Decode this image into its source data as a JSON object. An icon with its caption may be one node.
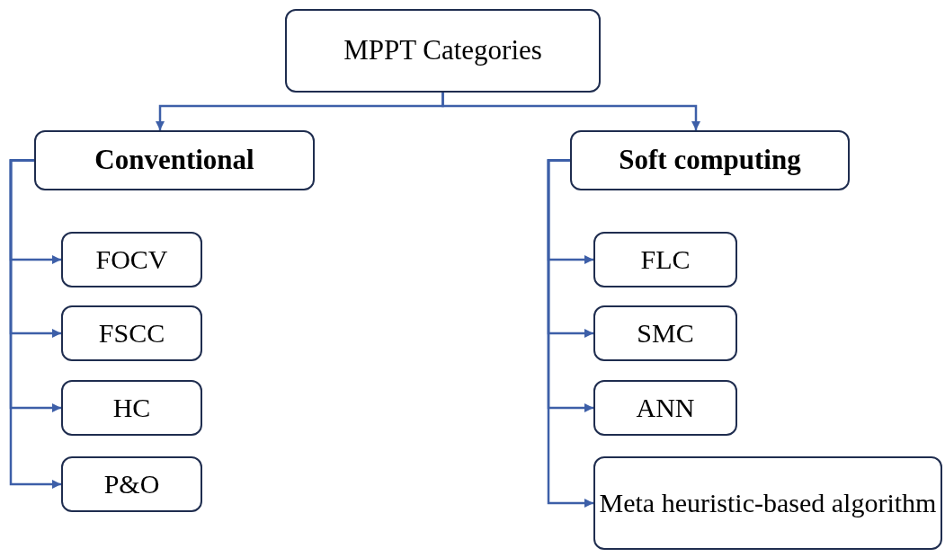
{
  "diagram": {
    "nodes": [
      {
        "text": [
          "MPPT Categories"
        ]
      },
      {
        "text": [
          "Conventional"
        ]
      },
      {
        "text": [
          "Soft computing"
        ]
      },
      {
        "text": [
          "FOCV"
        ]
      },
      {
        "text": [
          "FSCC"
        ]
      },
      {
        "text": [
          "HC"
        ]
      },
      {
        "text": [
          "P&O"
        ]
      },
      {
        "text": [
          "FLC"
        ]
      },
      {
        "text": [
          "SMC"
        ]
      },
      {
        "text": [
          "ANN"
        ]
      },
      {
        "text": [
          "Meta heuristic-based algorithm"
        ]
      }
    ],
    "edges": [
      {
        "from": 0,
        "to": 1,
        "arrow": "to"
      },
      {
        "from": 0,
        "to": 2,
        "arrow": "to"
      },
      {
        "from": 1,
        "to": 3,
        "arrow": "to"
      },
      {
        "from": 1,
        "to": 4,
        "arrow": "to"
      },
      {
        "from": 1,
        "to": 5,
        "arrow": "to"
      },
      {
        "from": 1,
        "to": 6,
        "arrow": "to"
      },
      {
        "from": 2,
        "to": 7,
        "arrow": "to"
      },
      {
        "from": 2,
        "to": 8,
        "arrow": "to"
      },
      {
        "from": 2,
        "to": 9,
        "arrow": "to"
      },
      {
        "from": 2,
        "to": 10,
        "arrow": "to"
      }
    ]
  }
}
